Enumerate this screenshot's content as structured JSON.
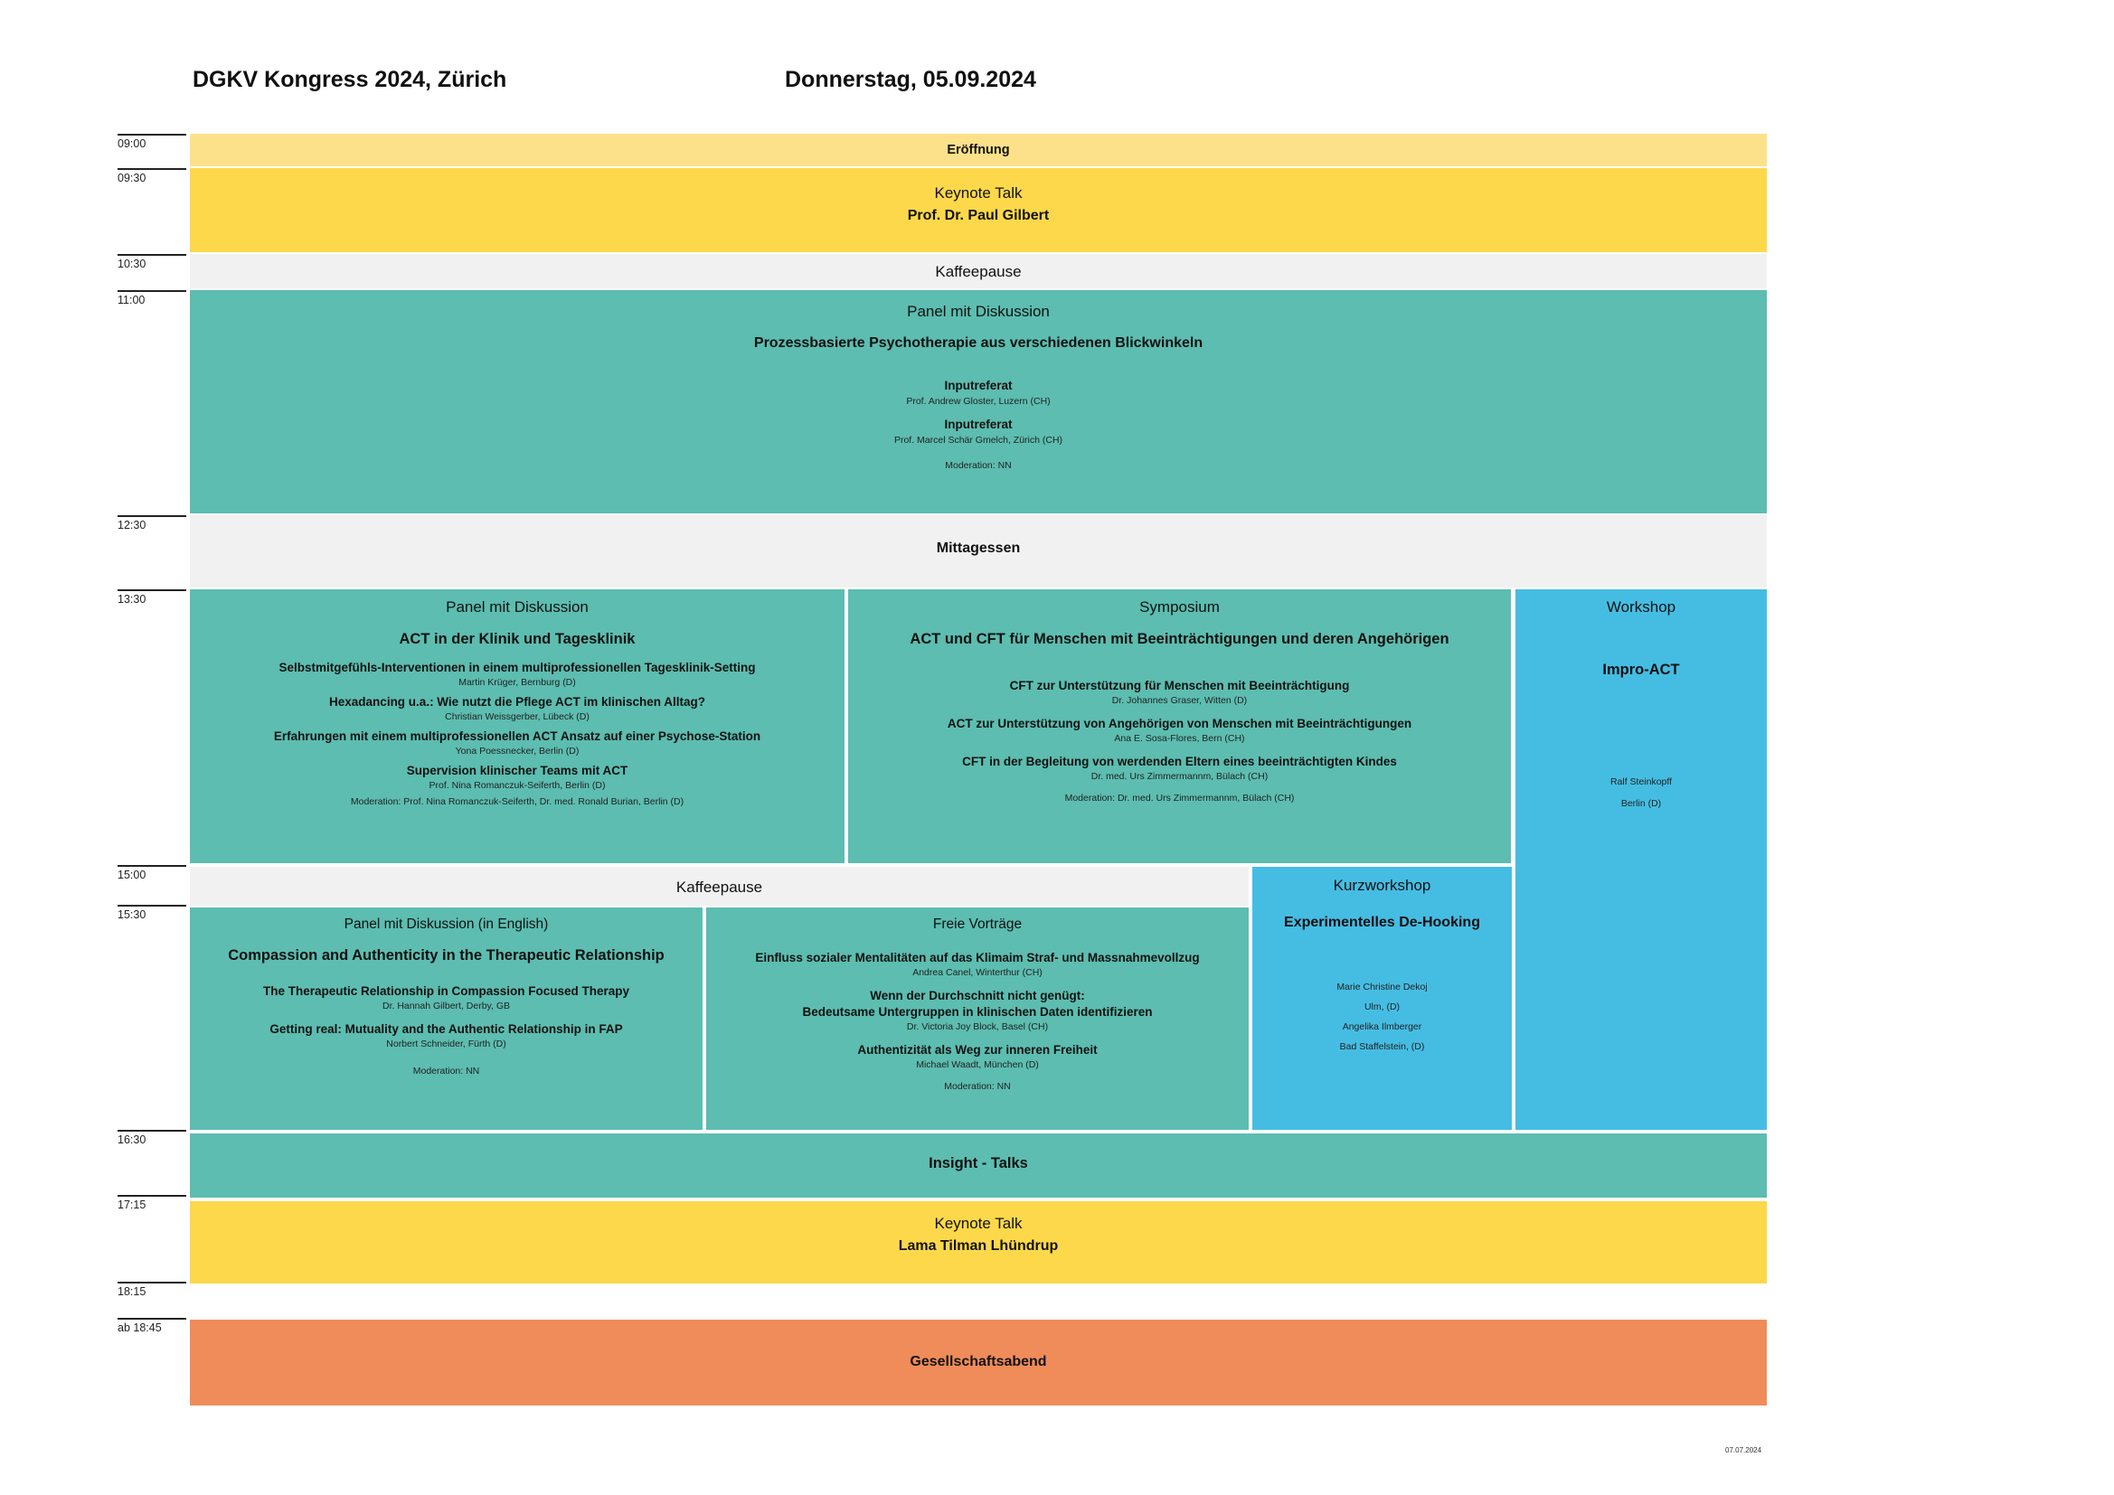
{
  "header": {
    "title": "DGKV Kongress 2024, Zürich",
    "date": "Donnerstag, 05.09.2024"
  },
  "times": [
    "09:00",
    "09:30",
    "10:30",
    "11:00",
    "12:30",
    "13:30",
    "15:00",
    "15:30",
    "16:30",
    "17:15",
    "18:15",
    "ab 18:45"
  ],
  "opening": {
    "title": "Eröffnung"
  },
  "keynote1": {
    "category": "Keynote Talk",
    "speaker": "Prof. Dr. Paul Gilbert"
  },
  "coffee1": {
    "title": "Kaffeepause"
  },
  "panel1": {
    "category": "Panel mit Diskussion",
    "title": "Prozessbasierte Psychotherapie aus verschiedenen Blickwinkeln",
    "talks": [
      {
        "title": "Inputreferat",
        "speaker": "Prof. Andrew Gloster, Luzern (CH)"
      },
      {
        "title": "Inputreferat",
        "speaker": "Prof. Marcel Schär Gmelch, Zürich (CH)"
      }
    ],
    "moderation": "Moderation: NN"
  },
  "lunch": {
    "title": "Mittagessen"
  },
  "panel2": {
    "category": "Panel mit Diskussion",
    "title": "ACT in der Klinik und Tagesklinik",
    "talks": [
      {
        "title": "Selbstmitgefühls-Interventionen in einem multiprofessionellen Tagesklinik-Setting",
        "speaker": "Martin Krüger, Bernburg (D)"
      },
      {
        "title": "Hexadancing u.a.: Wie nutzt die Pflege ACT im klinischen Alltag?",
        "speaker": "Christian Weissgerber, Lübeck (D)"
      },
      {
        "title": "Erfahrungen mit einem multiprofessionellen ACT Ansatz auf einer Psychose-Station",
        "speaker": "Yona Poessnecker, Berlin (D)"
      },
      {
        "title": "Supervision klinischer Teams mit ACT",
        "speaker": "Prof. Nina Romanczuk-Seiferth, Berlin (D)"
      }
    ],
    "moderation": "Moderation: Prof. Nina Romanczuk-Seiferth, Dr. med. Ronald Burian, Berlin (D)"
  },
  "symposium": {
    "category": "Symposium",
    "title": "ACT und CFT für Menschen mit Beeinträchtigungen und deren Angehörigen",
    "talks": [
      {
        "title": "CFT zur Unterstützung für Menschen mit Beeinträchtigung",
        "speaker": "Dr.  Johannes Graser, Witten (D)"
      },
      {
        "title": "ACT zur Unterstützung von Angehörigen von Menschen mit Beeinträchtigungen",
        "speaker": "Ana E. Sosa-Flores, Bern (CH)"
      },
      {
        "title": "CFT in der Begleitung von werdenden Eltern eines beeinträchtigten Kindes",
        "speaker": "Dr. med. Urs Zimmermannm, Bülach (CH)"
      }
    ],
    "moderation": "Moderation: Dr. med. Urs Zimmermannm, Bülach (CH)"
  },
  "workshop": {
    "category": "Workshop",
    "title": "Impro-ACT",
    "speaker": "Ralf Steinkopff",
    "location": "Berlin (D)"
  },
  "coffee2": {
    "title": "Kaffeepause"
  },
  "kurzworkshop": {
    "category": "Kurzworkshop",
    "title": "Experimentelles De-Hooking",
    "lines": [
      "Marie Christine Dekoj",
      "Ulm, (D)",
      "Angelika Ilmberger",
      "Bad Staffelstein, (D)"
    ]
  },
  "panel3": {
    "category": "Panel mit Diskussion (in English)",
    "title": "Compassion and Authenticity in the Therapeutic Relationship",
    "talks": [
      {
        "title": "The Therapeutic Relationship in Compassion Focused Therapy",
        "speaker": "Dr. Hannah Gilbert, Derby, GB"
      },
      {
        "title": "Getting real: Mutuality and the Authentic Relationship in FAP",
        "speaker": "Norbert Schneider, Fürth (D)"
      }
    ],
    "moderation": "Moderation: NN"
  },
  "freie": {
    "category": "Freie Vorträge",
    "talks": [
      {
        "title": "Einfluss sozialer Mentalitäten auf das Klimaim Straf- und Massnahmevollzug",
        "title2": "",
        "speaker": "Andrea Canel, Winterthur (CH)"
      },
      {
        "title": "Wenn der Durchschnitt nicht genügt:",
        "title2": "Bedeutsame Untergruppen in klinischen Daten identifizieren",
        "speaker": "Dr. Victoria Joy Block, Basel (CH)"
      },
      {
        "title": "Authentizität als Weg zur inneren Freiheit",
        "title2": "",
        "speaker": "Michael Waadt, München (D)"
      }
    ],
    "moderation": "Moderation: NN"
  },
  "insight": {
    "title": "Insight - Talks"
  },
  "keynote2": {
    "category": "Keynote Talk",
    "speaker": "Lama Tilman Lhündrup"
  },
  "evening": {
    "title": "Gesellschaftsabend"
  },
  "footer": {
    "date": "07.07.2024"
  },
  "colors": {
    "keynote": "#fdd84a",
    "opening": "#fde18a",
    "break": "#f1f1f1",
    "session": "#5cbdb0",
    "workshop": "#45bde3",
    "evening": "#ef8c5a"
  }
}
